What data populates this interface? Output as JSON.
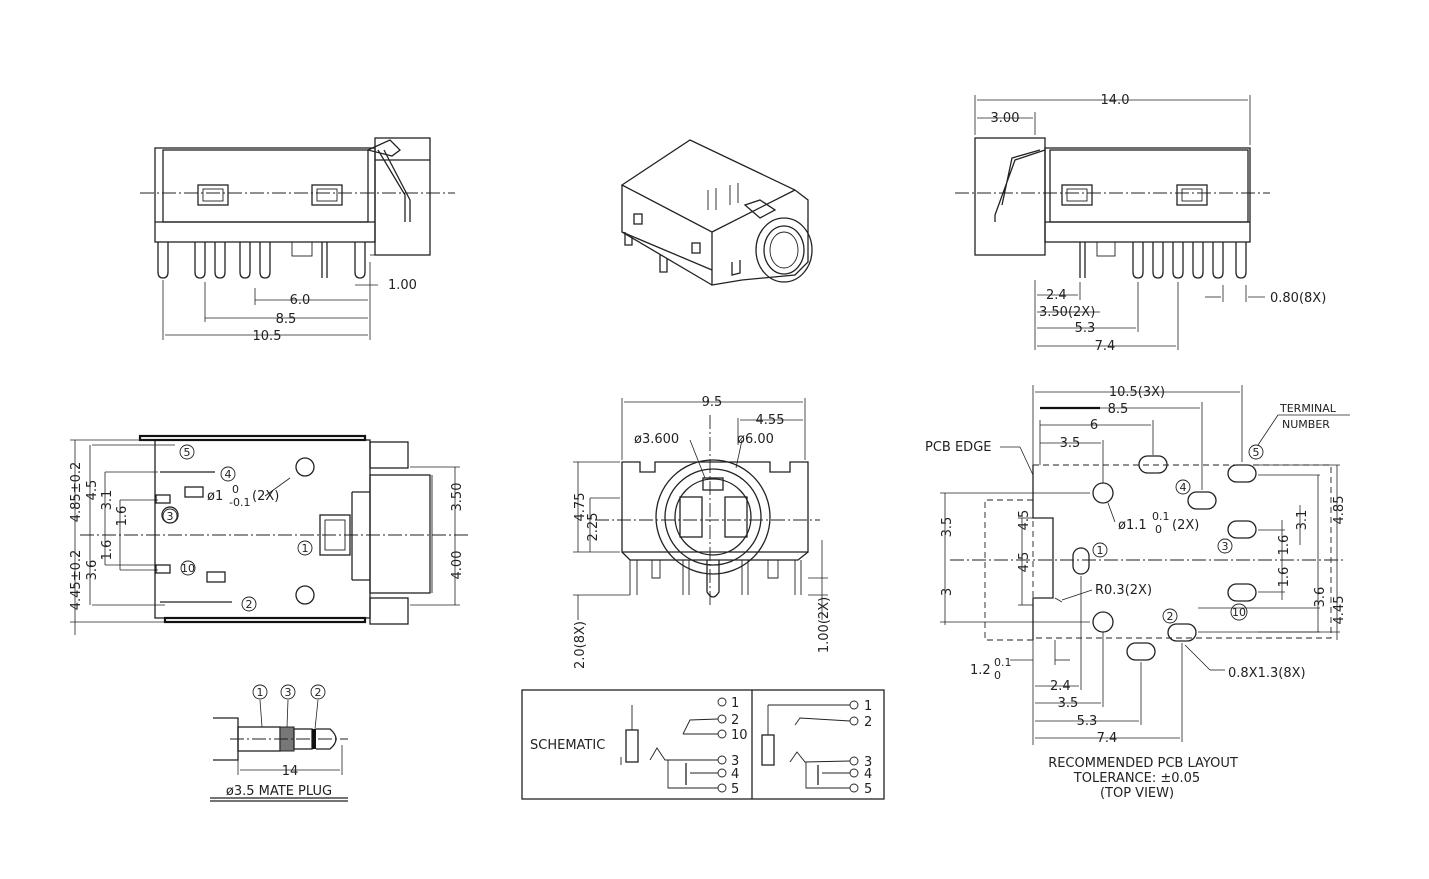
{
  "top_left": {
    "dim_1": "1.00",
    "dim_2": "6.0",
    "dim_3": "8.5",
    "dim_4": "10.5"
  },
  "top_right": {
    "dim_1": "14.0",
    "dim_2": "3.00",
    "dim_3": "2.4",
    "dim_4": "3.50(2X)",
    "dim_5": "5.3",
    "dim_6": "7.4",
    "dim_7": "0.80(8X)"
  },
  "side_view": {
    "dim_1": "4.85±0.2",
    "dim_2": "4.5",
    "dim_3": "3.1",
    "dim_4": "1.6",
    "dim_5": "1.6",
    "dim_6": "3.6",
    "dim_7": "4.45±0.2",
    "hole_main": "ø1",
    "hole_sup": "0",
    "hole_sub": "-0.1",
    "hole_tail": "(2X)",
    "dim_8": "3.50",
    "dim_9": "4.00"
  },
  "front_view": {
    "dim_1": "9.5",
    "dim_2": "4.55",
    "dim_3": "ø3.600",
    "dim_4": "ø6.00",
    "dim_5": "4.75",
    "dim_6": "2.25",
    "dim_7": "2.0(8X)",
    "dim_8": "1.00(2X)"
  },
  "pcb": {
    "dim_1": "10.5(3X)",
    "dim_2": "8.5",
    "dim_3": "6",
    "dim_4": "3.5",
    "terminal_label_1": "TERMINAL",
    "terminal_label_2": "NUMBER",
    "pcb_edge": "PCB EDGE",
    "hole_main": "ø1.1",
    "hole_sup": "0.1",
    "hole_sub": "0",
    "hole_tail": "(2X)",
    "radius": "R0.3(2X)",
    "dim_5": "4.5",
    "dim_6": "3.1",
    "dim_7": "1.6",
    "dim_8": "4.85",
    "dim_9": "1.6",
    "dim_10": "3.6",
    "dim_11": "4.45",
    "dim_12": "3.5",
    "dim_13": "4.5",
    "dim_14": "3",
    "edge_main": "1.2",
    "edge_sup": "0.1",
    "edge_sub": "0",
    "dim_15": "2.4",
    "dim_16": "3.5",
    "dim_17": "5.3",
    "dim_18": "7.4",
    "slot": "0.8X1.3(8X)",
    "caption_1": "RECOMMENDED PCB LAYOUT",
    "caption_2": "TOLERANCE: ±0.05",
    "caption_3": "(TOP VIEW)"
  },
  "plug": {
    "dim": "14",
    "caption": "ø3.5 MATE PLUG"
  },
  "schematic": {
    "label": "SCHEMATIC"
  },
  "pins": [
    "1",
    "2",
    "3",
    "4",
    "5",
    "10"
  ]
}
